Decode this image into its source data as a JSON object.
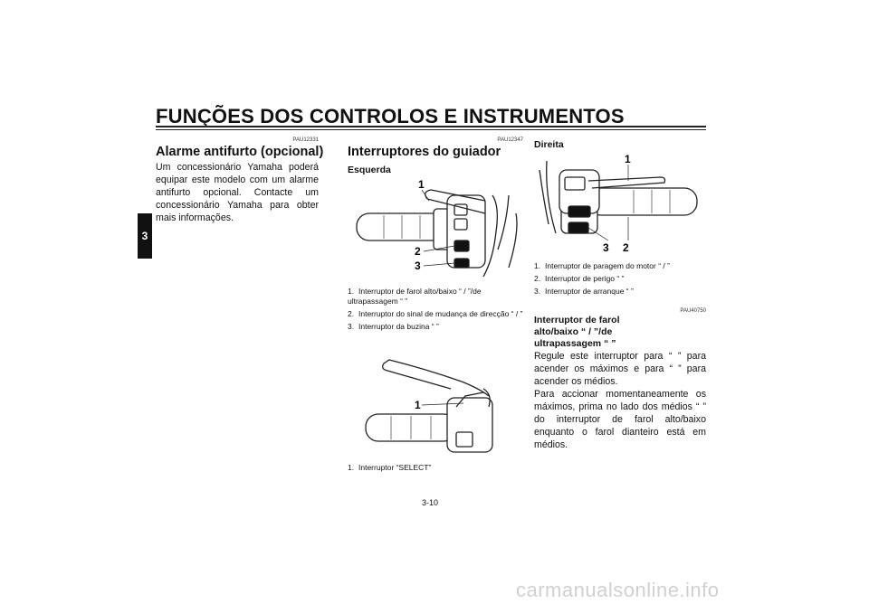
{
  "header": {
    "title": "FUNÇÕES DOS CONTROLOS E INSTRUMENTOS"
  },
  "chapter_tab": "3",
  "col1": {
    "code": "PAU12331",
    "heading": "Alarme antifurto (opcional)",
    "body": "Um concessionário Yamaha poderá equipar este modelo com um alarme antifurto opcional. Contacte um concessionário Yamaha para obter mais informações."
  },
  "col2": {
    "code": "PAU12347",
    "heading": "Interruptores do guiador",
    "subheading": "Esquerda",
    "fig1_labels": [
      "1",
      "2",
      "3"
    ],
    "fig1_captions": [
      {
        "num": "1.",
        "text": "Interruptor de farol alto/baixo “ / ”/de ultrapassagem “ ”"
      },
      {
        "num": "2.",
        "text": "Interruptor do sinal de mudança de direcção “ / ”"
      },
      {
        "num": "3.",
        "text": "Interruptor da buzina “ ”"
      }
    ],
    "fig2_labels": [
      "1"
    ],
    "fig2_captions": [
      {
        "num": "1.",
        "text": "Interruptor “SELECT”"
      }
    ]
  },
  "col3": {
    "subheading": "Direita",
    "fig_labels": [
      "1",
      "3",
      "2"
    ],
    "fig_captions": [
      {
        "num": "1.",
        "text": "Interruptor de paragem do motor “ / ”"
      },
      {
        "num": "2.",
        "text": "Interruptor de perigo “ ”"
      },
      {
        "num": "3.",
        "text": "Interruptor de arranque “ ”"
      }
    ],
    "code": "PAU40750",
    "heading_lines": [
      "Interruptor de farol",
      "alto/baixo “ / ”/de",
      "ultrapassagem “ ”"
    ],
    "body": [
      "Regule este interruptor para “ ” para acender os máximos e para “ ” para acender os médios.",
      "Para accionar momentaneamente os máximos, prima no lado dos médios “ ” do interruptor de farol alto/baixo enquanto o farol dianteiro está em médios."
    ]
  },
  "footer": {
    "page": "3-10",
    "watermark": "carmanualsonline.info"
  }
}
